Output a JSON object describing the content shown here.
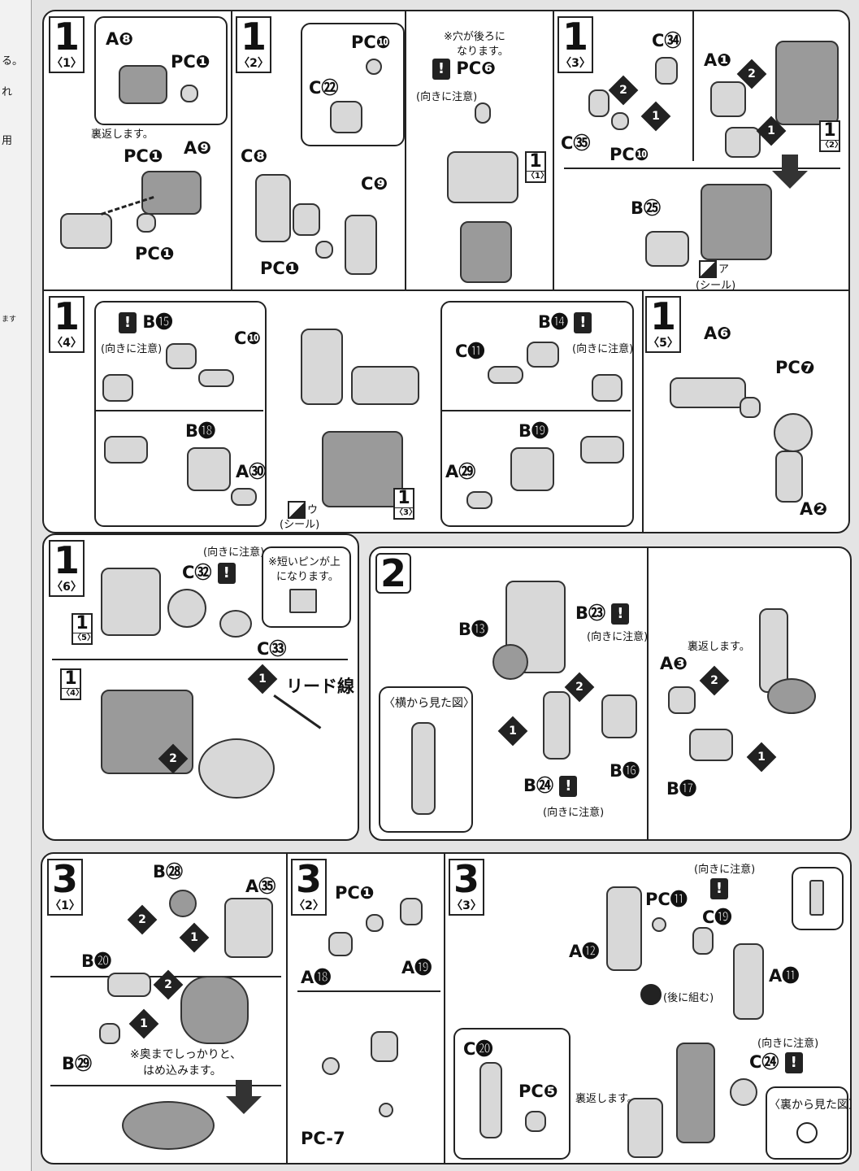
{
  "left_margin": {
    "frag1": "る。",
    "frag2": "れ",
    "frag3": "用",
    "frag4": "ます"
  },
  "rows": {
    "s1_1": {
      "step": "1",
      "sub": "〈1〉",
      "A8": "A❽",
      "PC1a": "PC❶",
      "flip": "裏返します。",
      "PC1b": "PC❶",
      "A9": "A❾",
      "PC1c": "PC❶"
    },
    "s1_2": {
      "step": "1",
      "sub": "〈2〉",
      "PC10": "PC❿",
      "C22": "C㉒",
      "C8": "C❽",
      "C9": "C❾",
      "PC1": "PC❶"
    },
    "s1_2b": {
      "hole": "※穴が後ろに",
      "hole2": "なります。",
      "PC6": "PC❻",
      "orient": "(向きに注意)",
      "ref": "1",
      "refsub": "〈1〉"
    },
    "s1_3": {
      "step": "1",
      "sub": "〈3〉",
      "C34": "C㉞",
      "A1": "A❶",
      "C35": "C㉟",
      "PC10": "PC❿",
      "ref": "1",
      "refsub": "〈2〉",
      "B25": "B㉕",
      "seal_mark": "ア",
      "seal": "(シール)"
    },
    "s1_4": {
      "step": "1",
      "sub": "〈4〉",
      "B15": "B⓯",
      "orient1": "(向きに注意)",
      "C10": "C❿",
      "B18": "B⓲",
      "A30": "A㉚",
      "B14": "B⓮",
      "orient2": "(向きに注意)",
      "C11": "C⓫",
      "B19": "B⓳",
      "A29": "A㉙",
      "seal_mark": "ウ",
      "seal": "(シール)",
      "ref": "1",
      "refsub": "〈3〉"
    },
    "s1_5": {
      "step": "1",
      "sub": "〈5〉",
      "A6": "A❻",
      "PC7": "PC❼",
      "A2": "A❷"
    },
    "s1_6": {
      "step": "1",
      "sub": "〈6〉",
      "orient": "(向きに注意)",
      "C32": "C㉜",
      "pin": "※短いピンが上",
      "pin2": "になります。",
      "C33": "C㉝",
      "ref5": "1",
      "ref5sub": "〈5〉",
      "ref4": "1",
      "ref4sub": "〈4〉",
      "lead": "リード線"
    },
    "s2": {
      "step": "2",
      "B13": "B⓭",
      "B23": "B㉓",
      "orient1": "(向きに注意)",
      "flip": "裏返します。",
      "A3": "A❸",
      "side": "〈横から見た図〉",
      "B16": "B⓰",
      "B24": "B㉔",
      "orient2": "(向きに注意)",
      "B17": "B⓱"
    },
    "s3_1": {
      "step": "3",
      "sub": "〈1〉",
      "B28": "B㉘",
      "A35": "A㉟",
      "B20": "B⓴",
      "B29": "B㉙",
      "deep": "※奥までしっかりと、",
      "deep2": "はめ込みます。"
    },
    "s3_2": {
      "step": "3",
      "sub": "〈2〉",
      "PC1": "PC❶",
      "A18": "A⓲",
      "A19": "A⓳",
      "PC7": "PC-7"
    },
    "s3_3": {
      "step": "3",
      "sub": "〈3〉",
      "orient1": "(向きに注意)",
      "PC11": "PC⓫",
      "C19": "C⓳",
      "A12": "A⓬",
      "A11": "A⓫",
      "back": "(後に組む)",
      "C20": "C⓴",
      "PC5": "PC❺",
      "flip": "裏返します。",
      "orient2": "(向きに注意)",
      "C24": "C㉔",
      "backview": "〈裏から見た図〉"
    }
  },
  "step_markers": {
    "one": "1",
    "two": "2"
  },
  "warn_mark": "!"
}
